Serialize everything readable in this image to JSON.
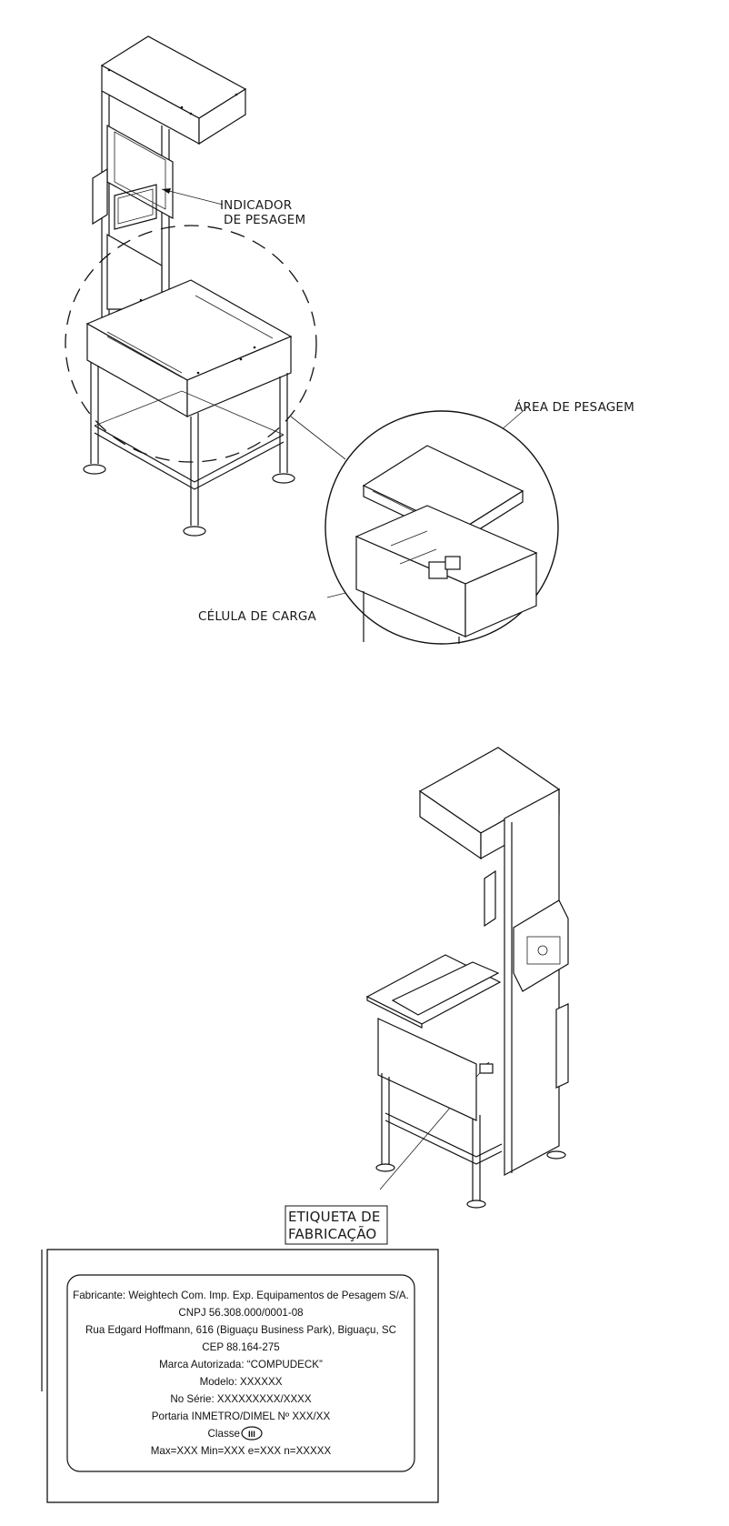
{
  "callouts": {
    "indicator": [
      "INDICADOR",
      "DE PESAGEM"
    ],
    "weighing_area": "ÁREA DE PESAGEM",
    "load_cell": "CÉLULA DE CARGA",
    "label_tag": [
      "ETIQUETA DE",
      "FABRICAÇÃO"
    ]
  },
  "plate": {
    "manufacturer": "Fabricante: Weightech Com. Imp. Exp. Equipamentos de Pesagem S/A.",
    "cnpj": "CNPJ 56.308.000/0001-08",
    "address": "Rua Edgard Hoffmann, 616 (Biguaçu Business Park), Biguaçu, SC",
    "cep": "CEP 88.164-275",
    "brand": "Marca Autorizada: “COMPUDECK”",
    "model": "Modelo: XXXXXX",
    "serial": "No Série: XXXXXXXXX/XXXX",
    "ordinance": "Portaria INMETRO/DIMEL Nº XXX/XX",
    "class_prefix": "Classe",
    "class_value": "III",
    "specs": "Max=XXX Min=XXX e=XXX n=XXXXX"
  }
}
